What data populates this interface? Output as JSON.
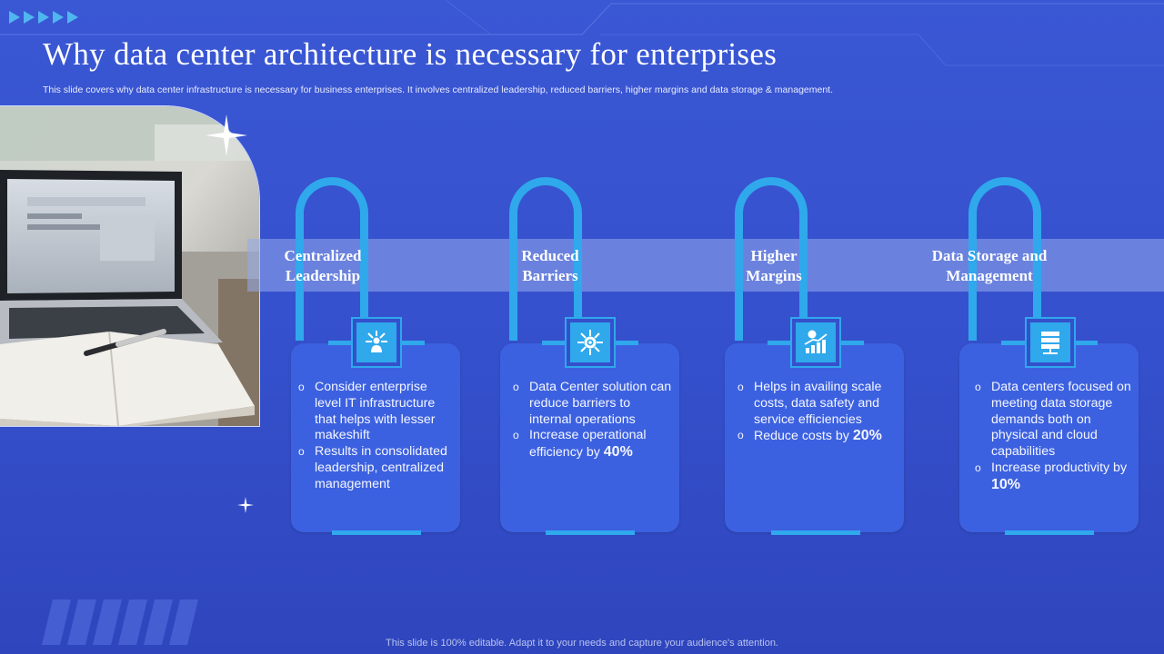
{
  "slide": {
    "title": "Why data center architecture is necessary for enterprises",
    "subtitle": "This slide covers why data center infrastructure is necessary for business enterprises. It involves centralized leadership, reduced barriers, higher margins and data storage & management.",
    "footer": "This slide is 100% editable. Adapt it to your needs and capture your audience's attention."
  },
  "colors": {
    "background": "#3550cc",
    "accent": "#2fa8ec",
    "card": "#3c61e0",
    "band": "#8fa3e8"
  },
  "columns": [
    {
      "heading_line1": "Centralized",
      "heading_line2": "Leadership",
      "icon": "leader-network-icon",
      "points": [
        {
          "text": "Consider enterprise level IT infrastructure that helps with lesser makeshift",
          "highlight": ""
        },
        {
          "text": "Results in consolidated leadership, centralized management",
          "highlight": ""
        }
      ]
    },
    {
      "heading_line1": "Reduced",
      "heading_line2": "Barriers",
      "icon": "gear-arrows-icon",
      "points": [
        {
          "text": "Data Center solution can reduce barriers to internal operations",
          "highlight": ""
        },
        {
          "text": "Increase operational efficiency by ",
          "highlight": "40%"
        }
      ]
    },
    {
      "heading_line1": "Higher",
      "heading_line2": "Margins",
      "icon": "growth-chart-icon",
      "points": [
        {
          "text": "Helps in availing scale costs, data safety and service efficiencies",
          "highlight": ""
        },
        {
          "text": "Reduce costs by ",
          "highlight": "20%"
        }
      ]
    },
    {
      "heading_line1": "Data Storage and",
      "heading_line2": "Management",
      "icon": "server-icon",
      "points": [
        {
          "text": "Data centers focused on meeting data storage demands both on physical and cloud capabilities",
          "highlight": ""
        },
        {
          "text": "Increase productivity by ",
          "highlight": "10%"
        }
      ]
    }
  ]
}
